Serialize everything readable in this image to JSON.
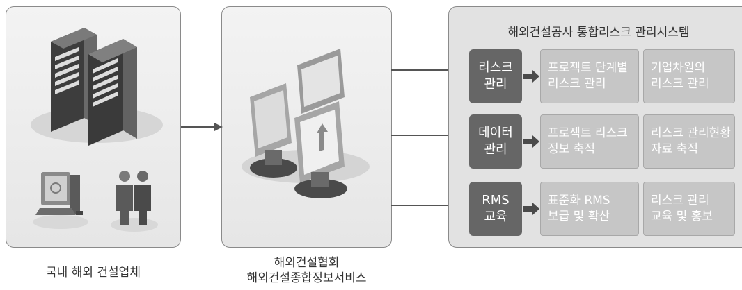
{
  "left_caption": "국내 해외 건설업체",
  "middle_caption": {
    "line1": "해외건설협회",
    "line2": "해외건설종합정보서비스"
  },
  "panel": {
    "title": "해외건설공사 통합리스크 관리시스템",
    "rows": [
      {
        "label_line1": "리스크",
        "label_line2": "관리",
        "item1_line1": "프로젝트 단계별",
        "item1_line2": "리스크 관리",
        "item2_line1": "기업차원의",
        "item2_line2": "리스크 관리"
      },
      {
        "label_line1": "데이터",
        "label_line2": "관리",
        "item1_line1": "프로젝트 리스크",
        "item1_line2": "정보 축적",
        "item2_line1": "리스크 관리현황",
        "item2_line2": "자료 축적"
      },
      {
        "label_line1": "RMS",
        "label_line2": "교육",
        "item1_line1": "표준화 RMS",
        "item1_line2": "보급 및 확산",
        "item2_line1": "리스크 관리",
        "item2_line2": "교육 및 홍보"
      }
    ]
  },
  "icons": [
    "server-tower-icon",
    "computer-workstation-icon",
    "people-icon",
    "network-computers-icon"
  ]
}
